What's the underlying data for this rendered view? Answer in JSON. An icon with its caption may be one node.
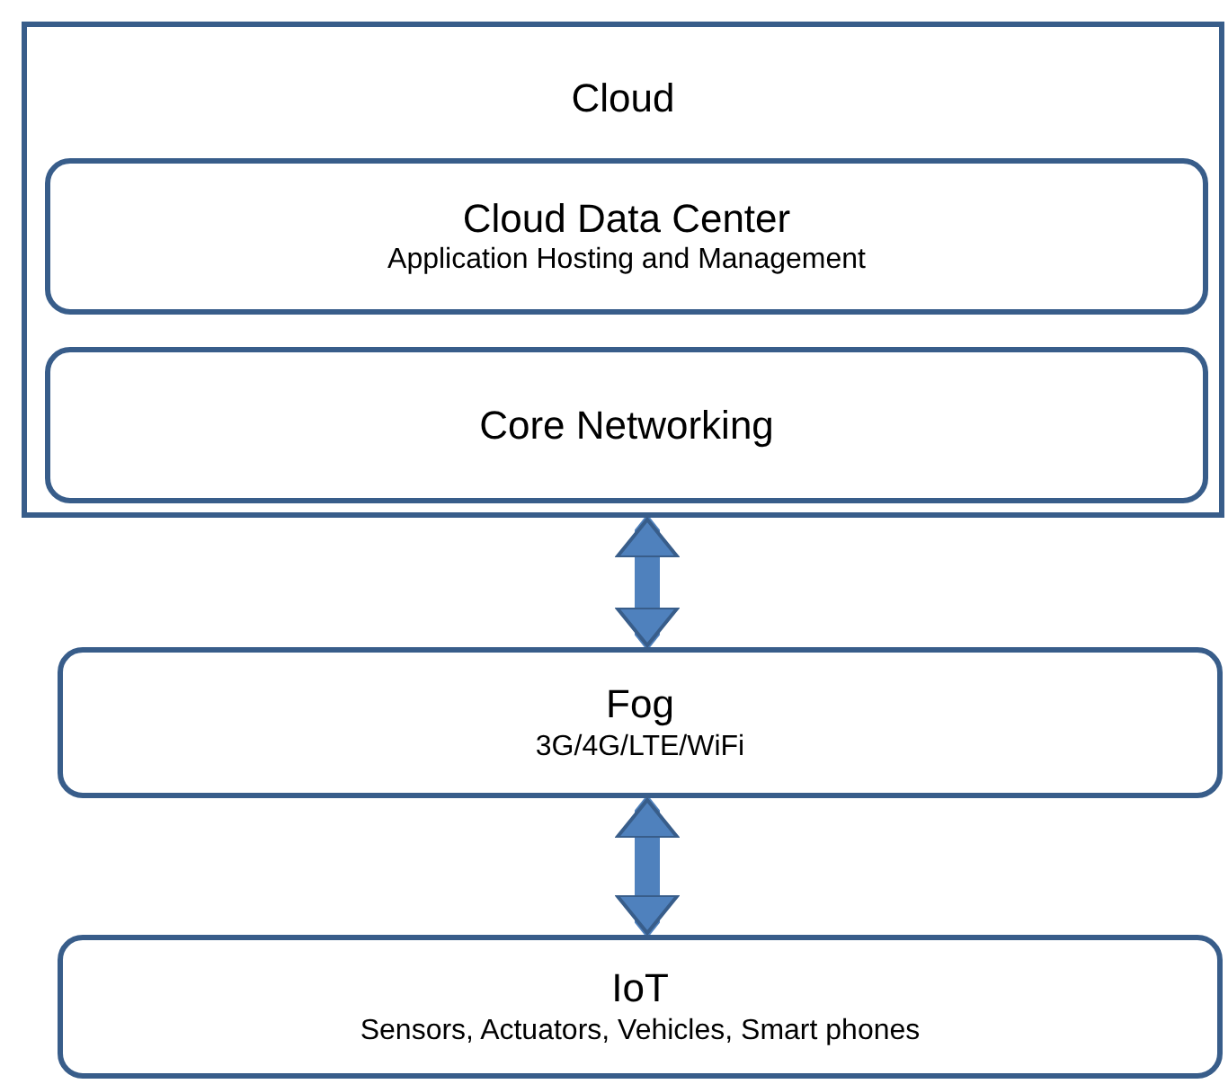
{
  "diagram": {
    "nodes": [
      {
        "text": [
          "Cloud"
        ]
      },
      {
        "text": [
          "Cloud Data Center",
          "Application Hosting and Management"
        ],
        "in": 0
      },
      {
        "text": [
          "Core Networking"
        ],
        "in": 0
      },
      {
        "text": [
          "Fog",
          "3G/4G/LTE/WiFi"
        ]
      },
      {
        "text": [
          "IoT",
          "Sensors, Actuators, Vehicles, Smart phones"
        ]
      }
    ],
    "edges": [
      {
        "from": 0,
        "to": 3,
        "arrow": "both"
      },
      {
        "from": 3,
        "to": 4,
        "arrow": "both"
      }
    ]
  }
}
